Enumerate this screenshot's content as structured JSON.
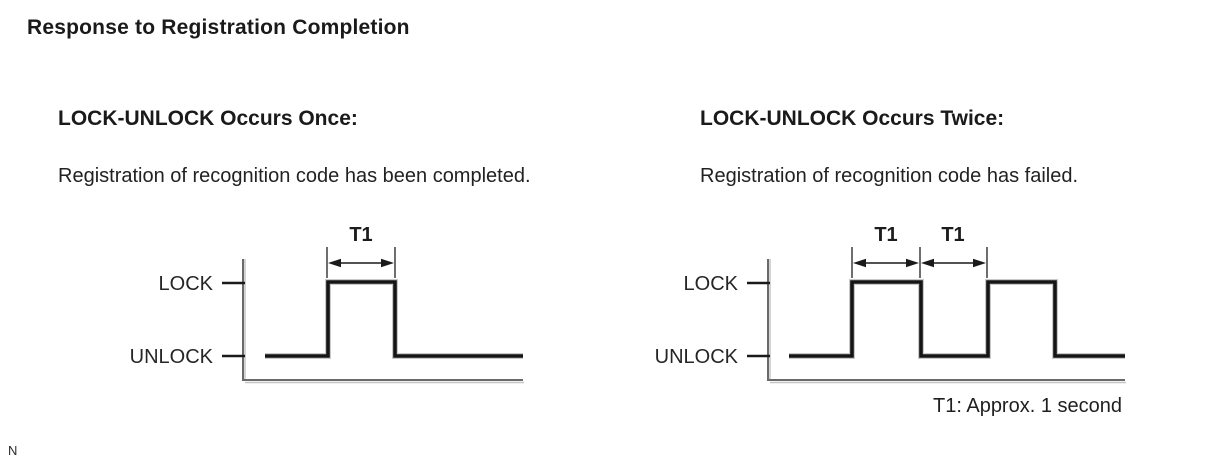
{
  "page": {
    "title": "Response to Registration Completion",
    "page_marker": "N"
  },
  "note": "T1: Approx. 1 second",
  "panels": [
    {
      "heading": "LOCK-UNLOCK Occurs Once:",
      "description": "Registration of recognition code has been completed.",
      "diagram": {
        "type": "timing-waveform",
        "levels": [
          "LOCK",
          "UNLOCK"
        ],
        "pulse_count": 1,
        "duration_labels": [
          "T1"
        ],
        "meaning": "single lock-unlock pulse of width T1"
      }
    },
    {
      "heading": "LOCK-UNLOCK Occurs Twice:",
      "description": "Registration of recognition code has failed.",
      "diagram": {
        "type": "timing-waveform",
        "levels": [
          "LOCK",
          "UNLOCK"
        ],
        "pulse_count": 2,
        "duration_labels": [
          "T1",
          "T1"
        ],
        "meaning": "two lock-unlock pulses; pulse width T1 and gap T1"
      }
    }
  ],
  "colors": {
    "waveform": "#151515",
    "axis": "#6a6a6a",
    "axis_shadow": "#c6c6c6",
    "extension_line": "#4a4a4a",
    "arrow": "#1a1a1a",
    "text": "#1a1a1a"
  }
}
